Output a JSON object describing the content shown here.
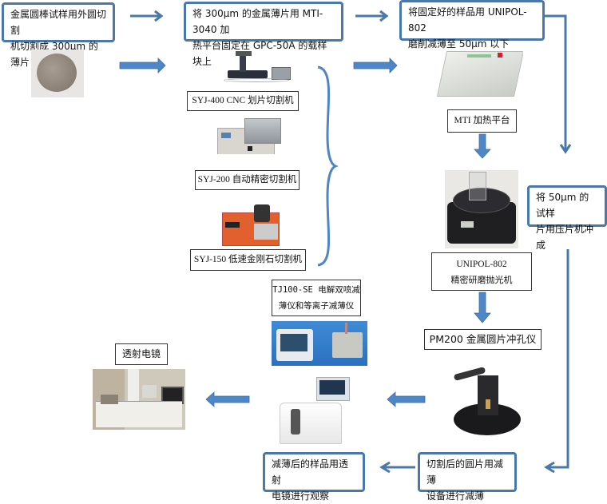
{
  "steps": {
    "s1": {
      "line1": "金属圆棒试样用外圆切割",
      "line2": "机切割成 300μm 的薄片"
    },
    "s2": {
      "line1": "将 300μm 的金属薄片用 MTI-3040 加",
      "line2": "热平台固定在 GPC-50A 的载样块上"
    },
    "s3": {
      "line1": "将固定好的样品用 UNIPOL-802",
      "line2": "磨削减薄至 50μm 以下"
    },
    "s4": {
      "line1": "将 50μm 的试样",
      "line2": "片用压片机冲成"
    },
    "s5": {
      "line1": "切割后的圆片用减薄",
      "line2": "设备进行减薄"
    },
    "s6": {
      "line1": "减薄后的样品用透射",
      "line2": "电镜进行观察"
    }
  },
  "captions": {
    "syj400": "SYJ-400 CNC 划片切割机",
    "syj200": "SYJ-200 自动精密切割机",
    "syj150": "SYJ-150 低速金刚石切割机",
    "mti": "MTI 加热平台",
    "unipol_l1": "UNIPOL-802",
    "unipol_l2": "精密研磨抛光机",
    "pm200": "PM200 金属圆片冲孔仪",
    "tj100_l1": "TJ100-SE 电解双喷减",
    "tj100_l2": "薄仪和等离子减薄仪",
    "tem": "透射电镜"
  },
  "colors": {
    "arrow_fill": "#4f86c6",
    "box_border": "#4a78a8",
    "line": "#4a78a8"
  }
}
